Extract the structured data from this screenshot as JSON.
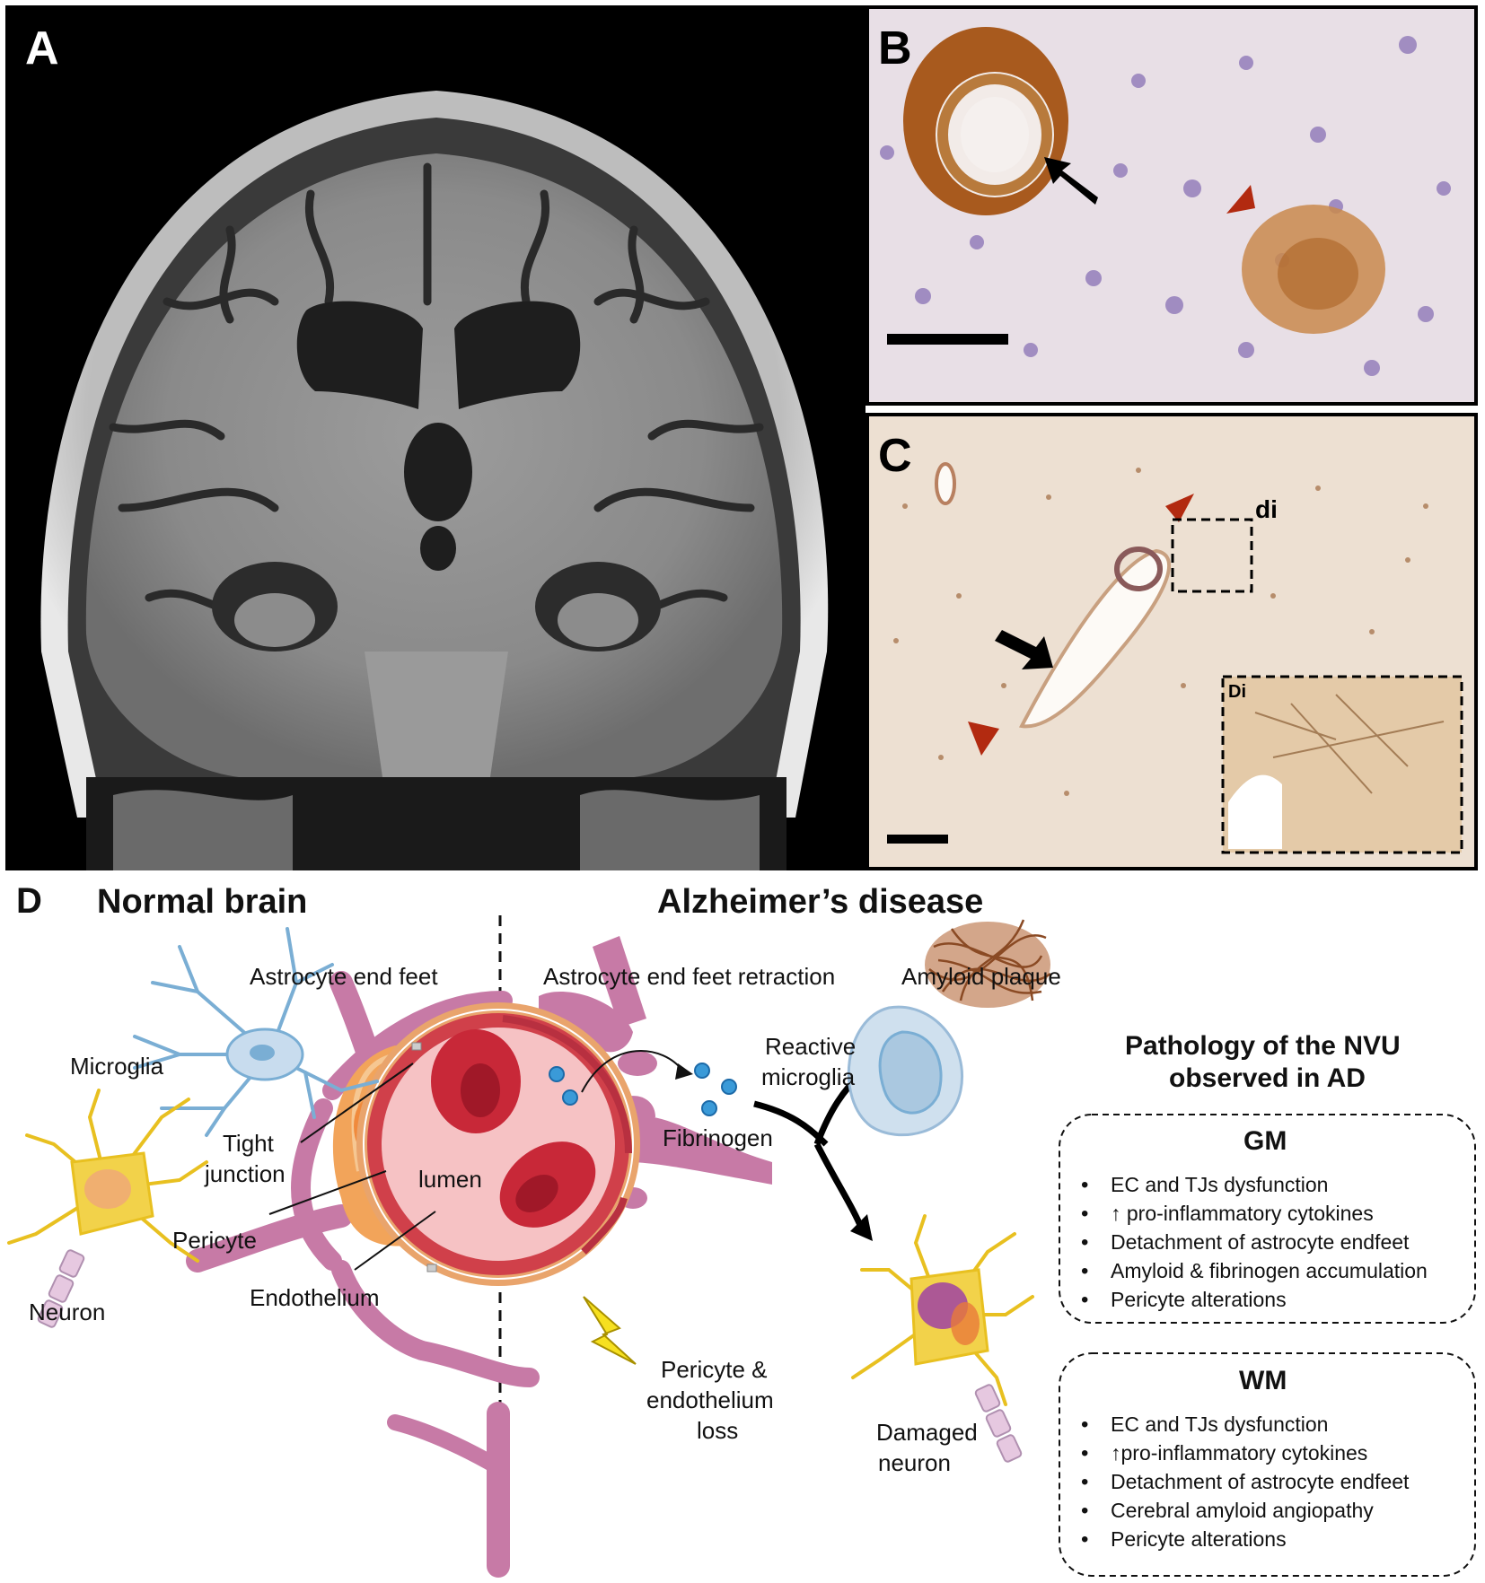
{
  "panel_a": {
    "label": "A"
  },
  "panel_b": {
    "label": "B"
  },
  "panel_c": {
    "label": "C",
    "inset_box_label": "di",
    "inset_label": "Di"
  },
  "panel_d": {
    "label": "D",
    "title_normal": "Normal brain",
    "title_ad": "Alzheimer’s disease",
    "normal_labels": {
      "astrocyte_end_feet": "Astrocyte end feet",
      "microglia": "Microglia",
      "tight_junction_line1": "Tight",
      "tight_junction_line2": "junction",
      "lumen": "lumen",
      "pericyte": "Pericyte",
      "neuron": "Neuron",
      "endothelium": "Endothelium"
    },
    "ad_labels": {
      "end_feet_retraction": "Astrocyte end feet retraction",
      "amyloid_plaque": "Amyloid plaque",
      "reactive_microglia_line1": "Reactive",
      "reactive_microglia_line2": "microglia",
      "fibrinogen": "Fibrinogen",
      "pericyte_loss_line1": "Pericyte &",
      "pericyte_loss_line2": "endothelium",
      "pericyte_loss_line3": "loss",
      "damaged_neuron_line1": "Damaged",
      "damaged_neuron_line2": "neuron"
    },
    "pathology": {
      "title_line1": "Pathology of the NVU",
      "title_line2": "observed in AD",
      "gm": {
        "heading": "GM",
        "items": [
          "EC and TJs dysfunction",
          "↑ pro-inflammatory cytokines",
          "Detachment of astrocyte endfeet",
          "Amyloid & fibrinogen accumulation",
          "Pericyte alterations"
        ]
      },
      "wm": {
        "heading": "WM",
        "items": [
          "EC and TJs dysfunction",
          "↑pro-inflammatory cytokines",
          "Detachment of astrocyte endfeet",
          "Cerebral amyloid angiopathy",
          "Pericyte alterations"
        ]
      }
    }
  },
  "colors": {
    "astrocyte": "#c77aa6",
    "pericyte": "#f2a45a",
    "endothelium": "#d0404a",
    "lumen": "#f6c2c4",
    "rbc": "#c82838",
    "microglia": "#aac8e0",
    "neuron": "#f2d24a",
    "plaque": "#8a4a24",
    "stain_brown": "#b86a2c",
    "tissue_bg": "#e8dde0"
  }
}
